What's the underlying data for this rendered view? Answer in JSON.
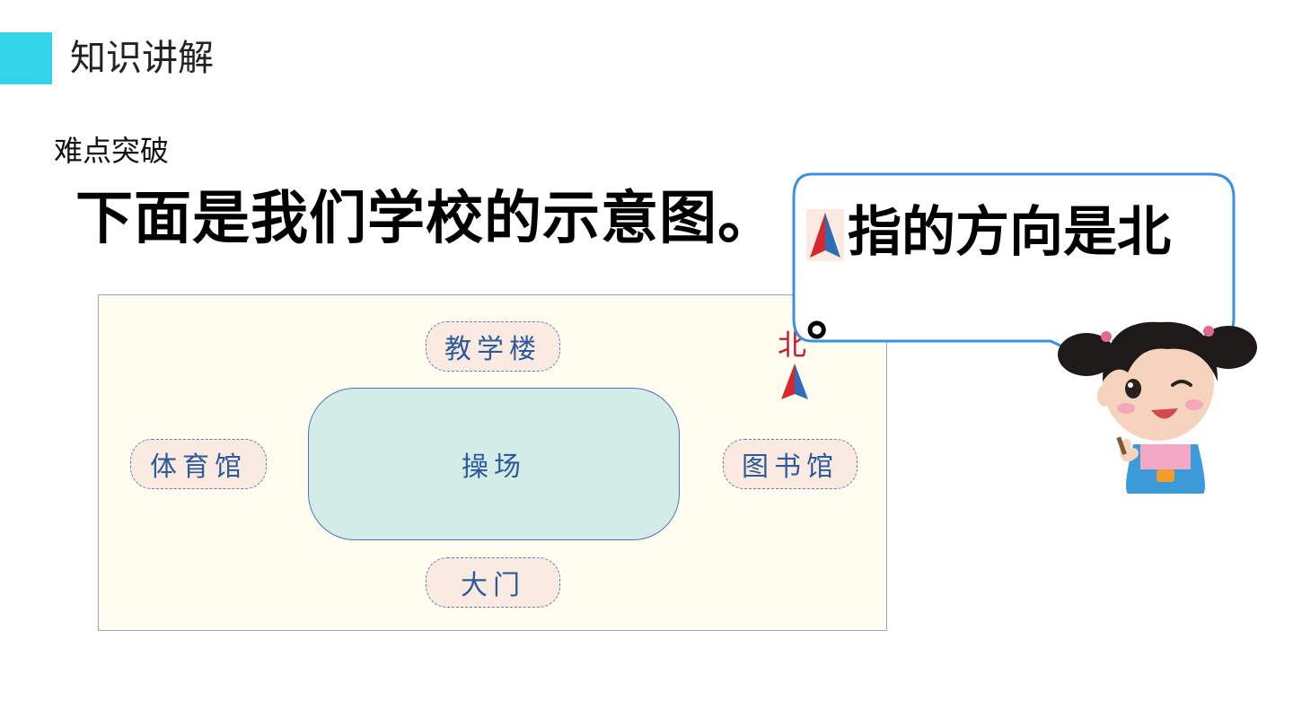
{
  "header": {
    "section_title": "知识讲解",
    "accent_color": "#33d3ea"
  },
  "subsection": "难点突破",
  "heading": "下面是我们学校的示意图。",
  "map": {
    "buildings": {
      "teaching": "教学楼",
      "gym": "体育馆",
      "library": "图书馆",
      "gate": "大门",
      "playground": "操场"
    },
    "north_label": "北",
    "north_icon": "north-arrow-icon"
  },
  "bubble": {
    "line1": "指的方向是北",
    "line2": "。",
    "icon": "north-arrow-icon"
  },
  "character": "girl-illustration"
}
